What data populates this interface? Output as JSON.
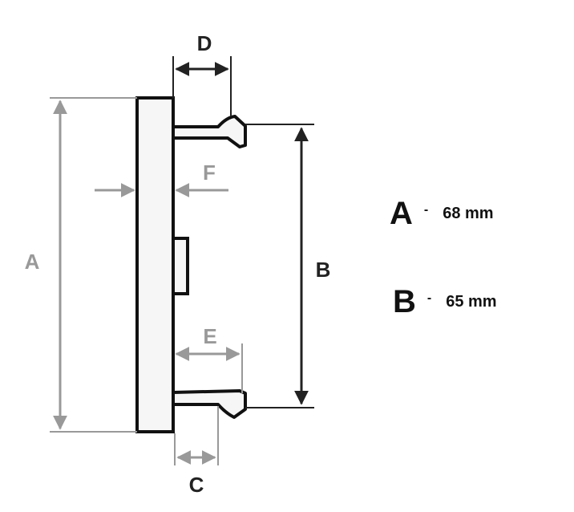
{
  "diagram": {
    "labels": {
      "a": "A",
      "b": "B",
      "c": "C",
      "d": "D",
      "e": "E",
      "f": "F"
    },
    "colors": {
      "outline": "#111111",
      "dimension": "#999999",
      "dark_dimension": "#222222",
      "fill": "#f6f6f6"
    }
  },
  "specs": [
    {
      "letter": "A",
      "dash": "-",
      "value": "68 mm"
    },
    {
      "letter": "B",
      "dash": "-",
      "value": "65 mm"
    }
  ]
}
